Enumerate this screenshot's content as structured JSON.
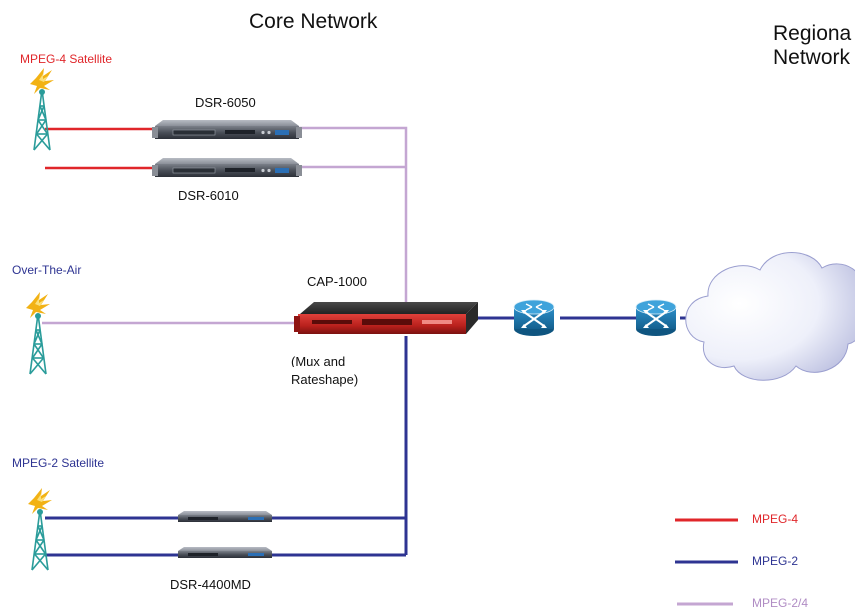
{
  "headings": {
    "core": "Core Network",
    "regional_line1": "Regiona",
    "regional_line2": "Network"
  },
  "sources": {
    "mpeg4_satellite": "MPEG-4 Satellite",
    "over_the_air": "Over-The-Air",
    "mpeg2_satellite": "MPEG-2 Satellite"
  },
  "devices": {
    "dsr6050": "DSR-6050",
    "dsr6010": "DSR-6010",
    "cap1000": "CAP-1000",
    "cap1000_note_line1": "(Mux and",
    "cap1000_note_line2": "Rateshape)",
    "dsr4400md": "DSR-4400MD"
  },
  "legend": {
    "mpeg4": "MPEG-4",
    "mpeg2": "MPEG-2",
    "mpeg24": "MPEG-2/4"
  },
  "colors": {
    "mpeg4": "#e0262a",
    "mpeg2": "#2e3492",
    "mpeg24": "#c4a6d2",
    "router": "#1a79b0",
    "cap_device": "#c8201e"
  },
  "icons": {
    "antenna": "antenna-tower-icon",
    "receiver": "rack-receiver-icon",
    "router": "router-icon",
    "cloud": "cloud-icon"
  }
}
